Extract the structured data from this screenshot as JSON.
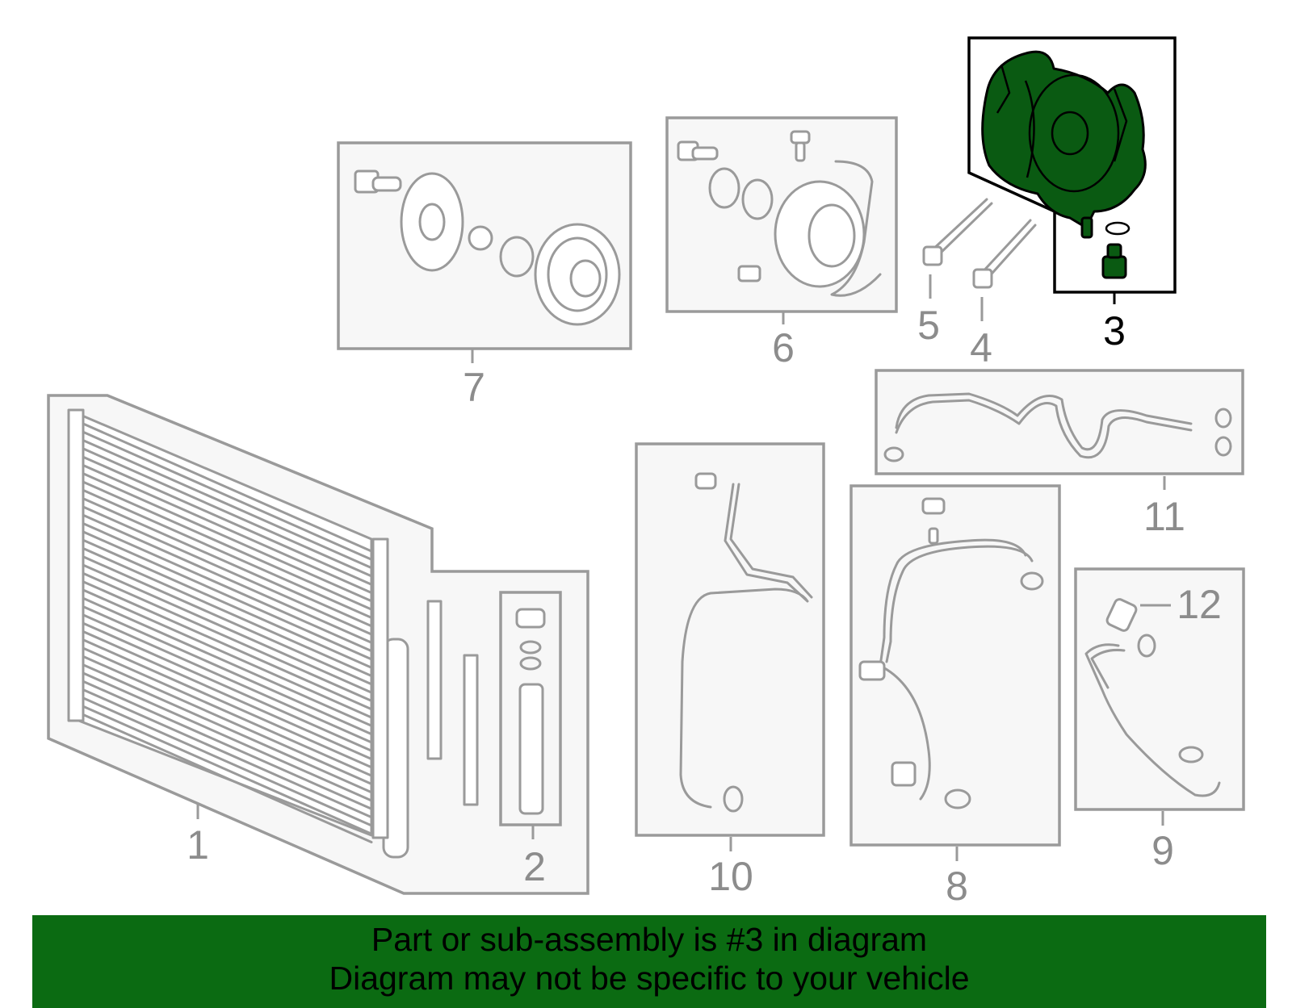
{
  "callouts": {
    "c1": "1",
    "c2": "2",
    "c3": "3",
    "c4": "4",
    "c5": "5",
    "c6": "6",
    "c7": "7",
    "c8": "8",
    "c9": "9",
    "c10": "10",
    "c11": "11",
    "c12": "12"
  },
  "highlight": {
    "part_number": "3",
    "color": "#0b6b12"
  },
  "banner": {
    "line1": "Part or sub-assembly is #3 in diagram",
    "line2": "Diagram may not be specific to your vehicle"
  },
  "colors": {
    "outline": "#9a9a9a",
    "highlight_fill": "#0a5a12",
    "banner_bg": "#0b6b12"
  }
}
